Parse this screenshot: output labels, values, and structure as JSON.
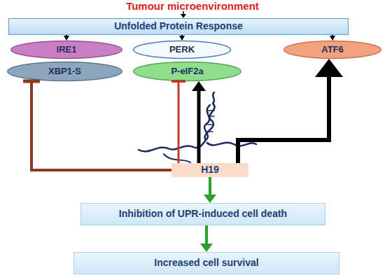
{
  "diagram": {
    "nodes": [
      {
        "text": [
          "Unfolded Protein Response"
        ]
      },
      {
        "text": [
          "IRE1"
        ]
      },
      {
        "text": [
          "PERK"
        ]
      },
      {
        "text": [
          "ATF6"
        ]
      },
      {
        "text": [
          "XBP1-S"
        ]
      },
      {
        "text": [
          "P-eIF2a"
        ]
      },
      {
        "text": [
          "H19"
        ]
      },
      {
        "text": [
          "Inhibition of UPR-induced cell death"
        ]
      },
      {
        "text": [
          "Increased cell survival"
        ]
      }
    ],
    "edges": [
      {
        "from": 0,
        "to": 1,
        "arrow": "to"
      },
      {
        "from": 0,
        "to": 2,
        "arrow": "to"
      },
      {
        "from": 0,
        "to": 3,
        "arrow": "to"
      },
      {
        "from": 6,
        "to": 4,
        "arrow": "to"
      },
      {
        "from": 6,
        "to": 5,
        "arrow": "to"
      },
      {
        "from": 6,
        "to": 5,
        "arrow": "to"
      },
      {
        "from": 6,
        "to": 3,
        "arrow": "to"
      },
      {
        "from": 6,
        "to": 7,
        "arrow": "to"
      },
      {
        "from": 7,
        "to": 8,
        "arrow": "to"
      }
    ],
    "labels": [
      "Tumour microenvironment"
    ]
  }
}
